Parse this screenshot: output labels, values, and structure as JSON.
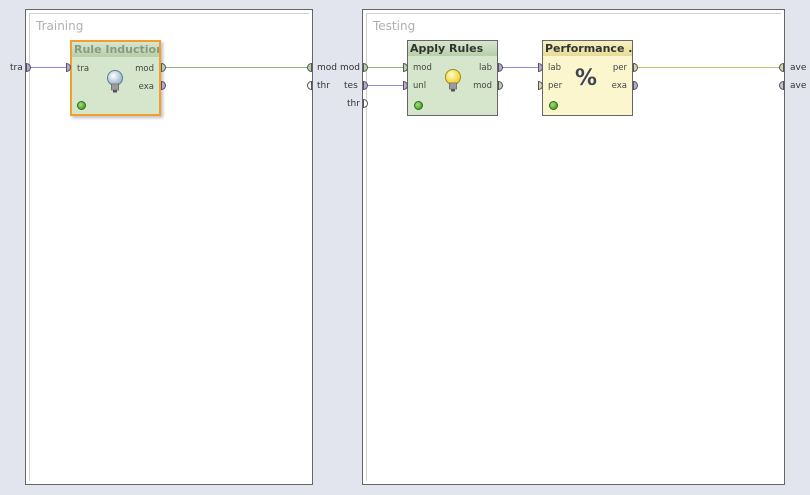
{
  "training": {
    "title": "Training",
    "input_port": "tra",
    "output_ports": [
      "mod",
      "thr"
    ],
    "operator": {
      "title": "Rule Induction...",
      "in_ports": [
        "tra"
      ],
      "out_ports": [
        "mod",
        "exa"
      ],
      "icon": "lightbulb-icon"
    }
  },
  "testing": {
    "title": "Testing",
    "input_ports": [
      "mod",
      "tes",
      "thr"
    ],
    "output_ports": [
      "ave",
      "ave"
    ],
    "apply_rules": {
      "title": "Apply Rules",
      "in_ports": [
        "mod",
        "unl"
      ],
      "out_ports": [
        "lab",
        "mod"
      ],
      "icon": "lightbulb-icon"
    },
    "performance": {
      "title": "Performance ...",
      "in_ports": [
        "lab",
        "per"
      ],
      "out_ports": [
        "per",
        "exa"
      ],
      "icon": "percent-icon",
      "glyph": "%"
    }
  },
  "colors": {
    "panel_border": "#666666",
    "operator_green_bg": "#d6e6cc",
    "operator_yellow_bg": "#fbf6cd",
    "selected_border": "#f0a030",
    "wire_green": "#8ab87a",
    "wire_purple": "#9a88d4",
    "wire_khaki": "#c4c07a"
  }
}
